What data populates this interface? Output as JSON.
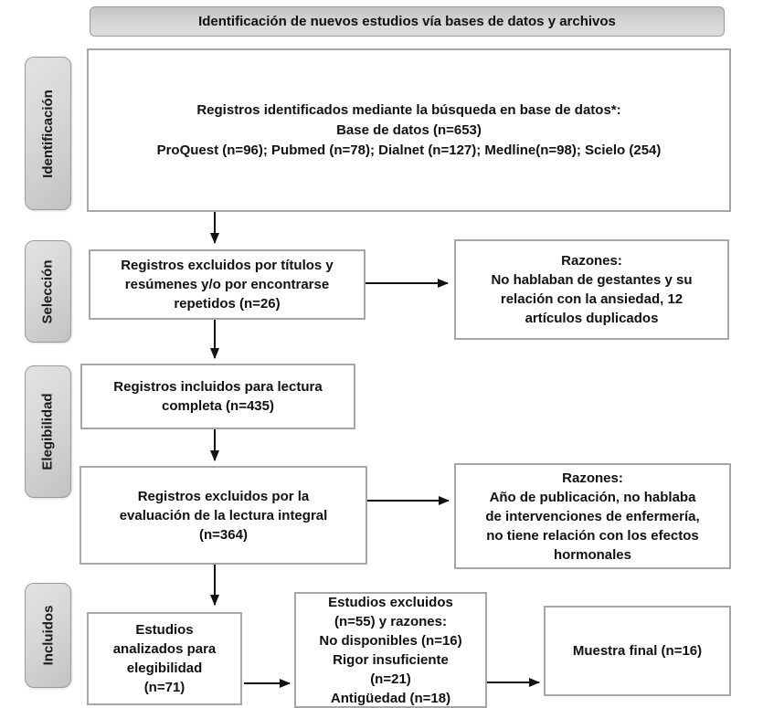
{
  "title": "Identificación de nuevos estudios vía bases de datos y archivos",
  "stages": [
    {
      "label": "Identificación"
    },
    {
      "label": "Selección"
    },
    {
      "label": "Elegibilidad"
    },
    {
      "label": "Incluidos"
    }
  ],
  "boxes": {
    "identified": "Registros identificados mediante la búsqueda en base de datos*:\nBase de datos (n=653)\nProQuest (n=96); Pubmed (n=78); Dialnet (n=127); Medline(n=98); Scielo (254)",
    "excluded_screening": "Registros excluidos por títulos y\nresúmenes y/o por encontrarse\nrepetidos (n=26)",
    "reasons_screening": "Razones:\nNo hablaban de gestantes y su\nrelación con la ansiedad, 12\nartículos duplicados",
    "full_text_reading": "Registros incluidos para lectura\ncompleta (n=435)",
    "excluded_full_text": "Registros excluidos por la\nevaluación de la lectura integral\n(n=364)",
    "reasons_full_text": "Razones:\nAño de publicación, no hablaba\nde intervenciones de enfermería,\nno tiene relación con los efectos\nhormonales",
    "analyzed_eligibility": "Estudios\nanalizados para\nelegibilidad\n(n=71)",
    "excluded_final": "Estudios excluidos\n(n=55) y razones:\nNo disponibles (n=16)\nRigor insuficiente\n(n=21)\nAntigüedad (n=18)",
    "final_sample": "Muestra final (n=16)"
  },
  "colors": {
    "box_border": "#a6a6a6",
    "stage_fill": "#d9d9d9",
    "header_fill": "#d2d2d2",
    "arrow": "#111111",
    "text": "#111111"
  }
}
